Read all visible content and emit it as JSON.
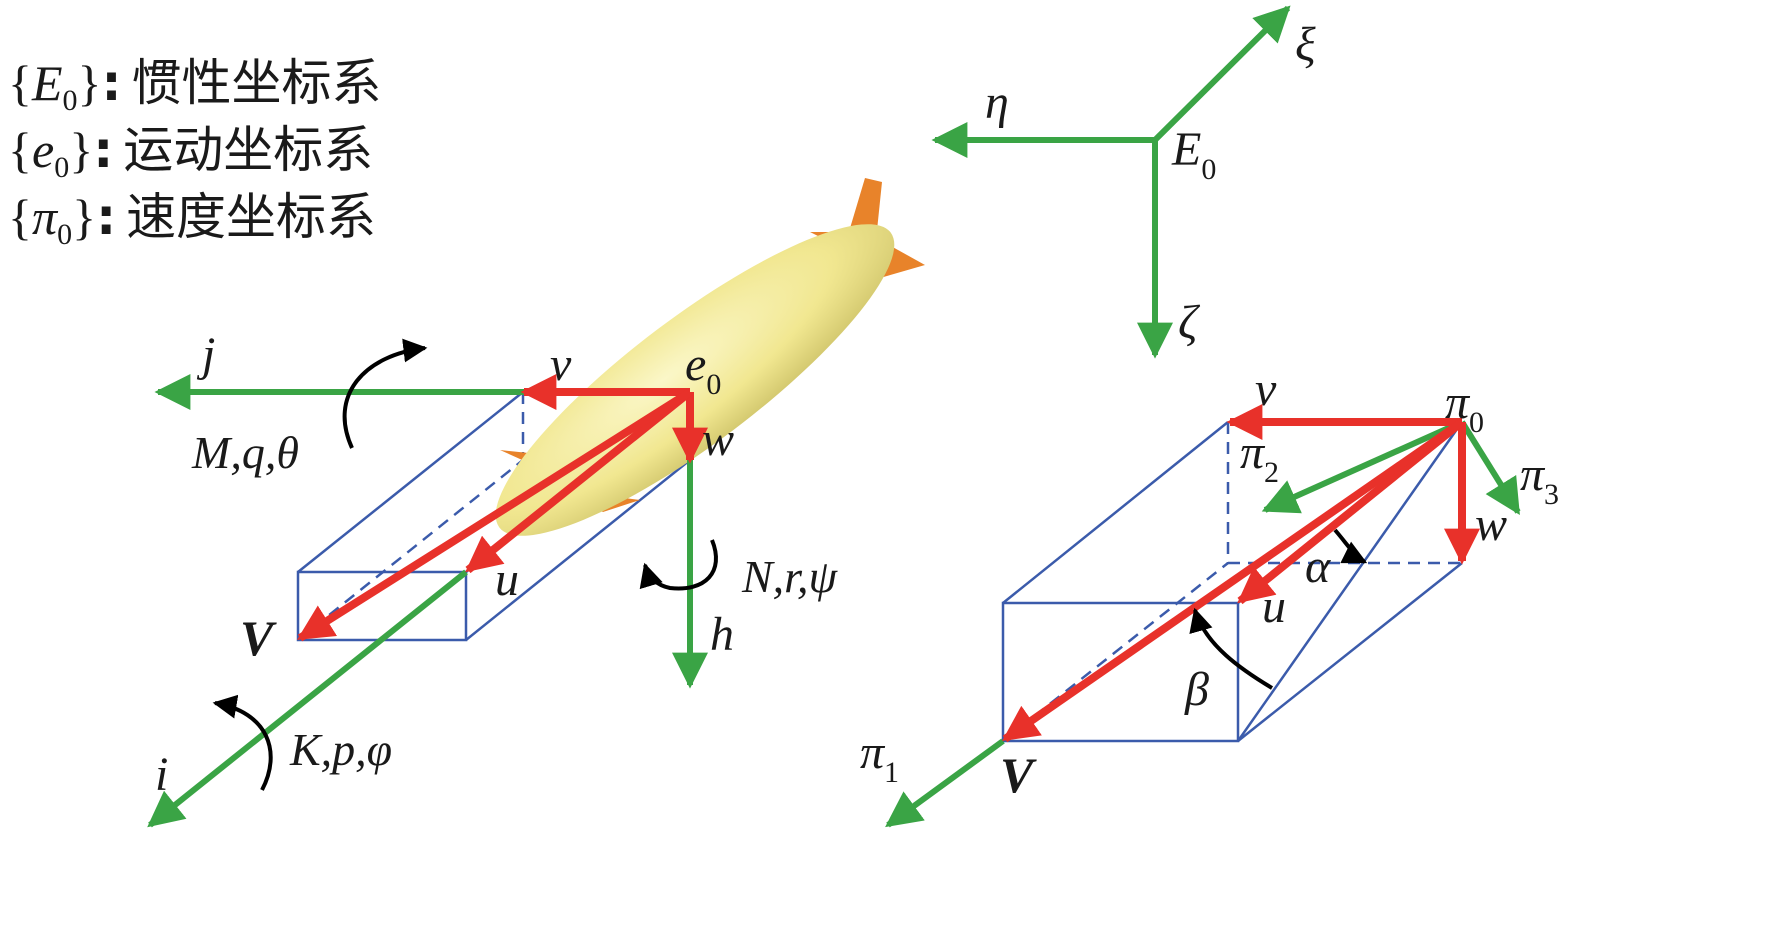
{
  "legend": [
    {
      "open": "{",
      "symbol": "E",
      "sub": "0",
      "close": "}",
      "sep": ":",
      "desc": "惯性坐标系"
    },
    {
      "open": "{",
      "symbol": "e",
      "sub": "0",
      "close": "}",
      "sep": ":",
      "desc": "运动坐标系"
    },
    {
      "open": "{",
      "symbol": "π",
      "sub": "0",
      "close": "}",
      "sep": ":",
      "desc": "速度坐标系"
    }
  ],
  "inertial_frame": {
    "origin": {
      "base": "E",
      "sub": "0"
    },
    "xi": "ξ",
    "eta": "η",
    "zeta": "ζ"
  },
  "body_frame": {
    "origin": {
      "base": "e",
      "sub": "0"
    },
    "i": "i",
    "j": "j",
    "h": "h",
    "u": "u",
    "v": "v",
    "w": "w",
    "V": "V",
    "pitch": "M,q,θ",
    "yaw": "N,r,ψ",
    "roll": "K,p,φ"
  },
  "velocity_frame": {
    "origin": {
      "base": "π",
      "sub": "0"
    },
    "pi1": {
      "base": "π",
      "sub": "1"
    },
    "pi2": {
      "base": "π",
      "sub": "2"
    },
    "pi3": {
      "base": "π",
      "sub": "3"
    },
    "u": "u",
    "v": "v",
    "w": "w",
    "V": "V",
    "alpha": "α",
    "beta": "β"
  },
  "colors": {
    "axis": "#3aa445",
    "velocity": "#e8312a",
    "box": "#3b5bab",
    "airship_body": "#f1e790",
    "airship_fin": "#e8832a",
    "text": "#1a1a1a"
  }
}
